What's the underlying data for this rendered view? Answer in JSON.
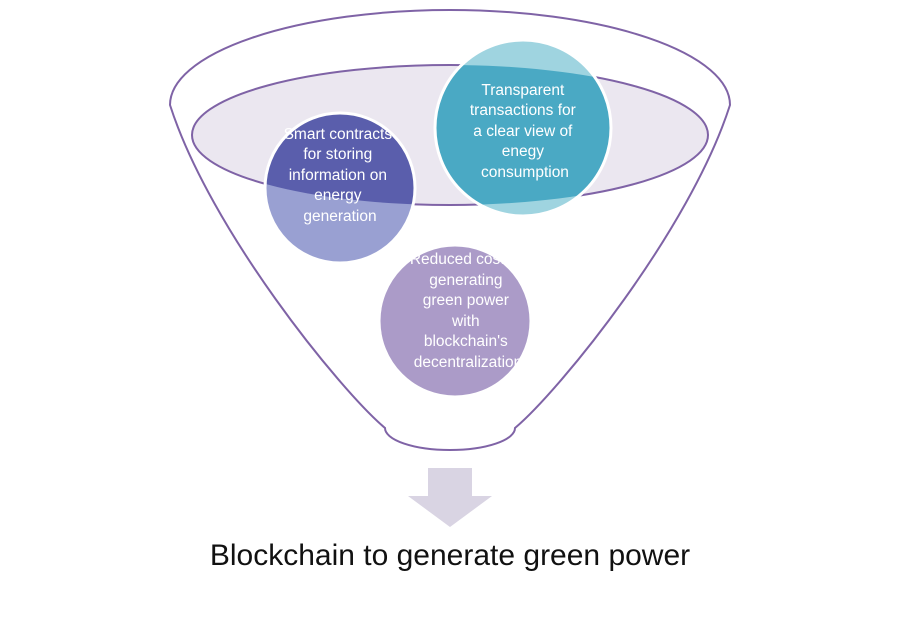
{
  "funnel": {
    "items": [
      {
        "lines": [
          "Smart contracts",
          "for storing",
          "information on",
          "energy",
          "generation"
        ]
      },
      {
        "lines": [
          "Transparent",
          "transactions for",
          "a clear view of",
          "enegy",
          "consumption"
        ]
      },
      {
        "lines": [
          "Reduced cost of",
          "generating",
          "green power",
          "with",
          "blockchain's",
          "decentralization"
        ]
      }
    ]
  },
  "result": {
    "label": "Blockchain to generate green power"
  },
  "colors": {
    "funnel_outline": "#7f63a6",
    "funnel_fill": "#ebe7f0",
    "arrow": "#d9d4e3",
    "bubble_smart_contracts": "#5a5eac",
    "bubble_transparent": "#4aa9c4",
    "bubble_reduced_cost": "#ab9bc8"
  }
}
